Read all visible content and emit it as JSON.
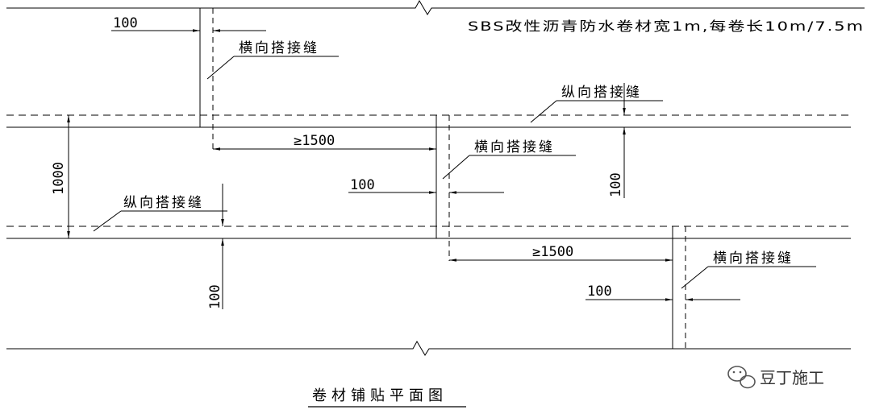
{
  "spec_note": "SBS改性沥青防水卷材宽1m,每卷长10m/7.5m",
  "labels": {
    "transverse_lap_1": "横向搭接缝",
    "transverse_lap_2": "横向搭接缝",
    "transverse_lap_3": "横向搭接缝",
    "longitudinal_lap_1": "纵向搭接缝",
    "longitudinal_lap_2": "纵向搭接缝"
  },
  "dimensions": {
    "lap_top": "100",
    "lap_mid": "100",
    "lap_bottom": "100",
    "lap_vertical_left": "100",
    "lap_vertical_right": "100",
    "stagger_1": "≥1500",
    "stagger_2": "≥1500",
    "width": "1000"
  },
  "caption": "卷材铺贴平面图",
  "watermark": "豆丁施工"
}
